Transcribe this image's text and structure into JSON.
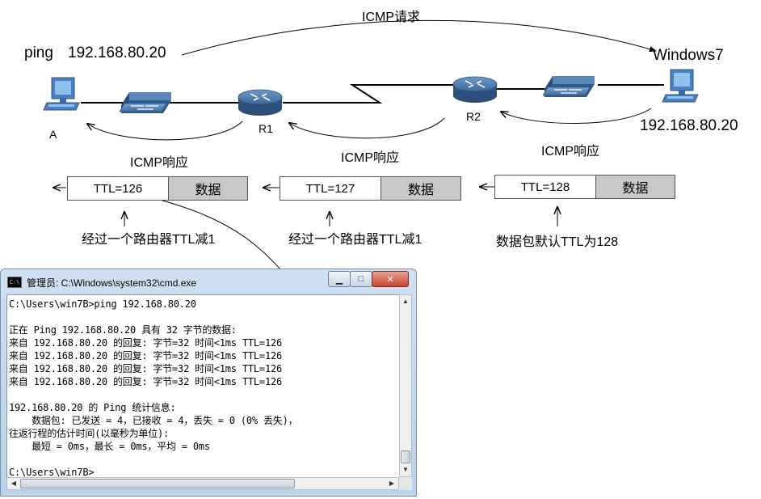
{
  "labels": {
    "icmp_request": "ICMP请求",
    "ping_cmd": "ping",
    "ping_ip": "192.168.80.20",
    "target_name": "Windows7",
    "target_ip": "192.168.80.20",
    "host_a": "A",
    "router1": "R1",
    "router2": "R2",
    "reply_left": "ICMP响应",
    "reply_mid": "ICMP响应",
    "reply_right": "ICMP响应"
  },
  "packets": [
    {
      "ttl": "TTL=126",
      "data": "数据",
      "note": "经过一个路由器TTL减1"
    },
    {
      "ttl": "TTL=127",
      "data": "数据",
      "note": "经过一个路由器TTL减1"
    },
    {
      "ttl": "TTL=128",
      "data": "数据",
      "note": "数据包默认TTL为128"
    }
  ],
  "cmd": {
    "title": "管理员: C:\\Windows\\system32\\cmd.exe",
    "icon": "cmd-window-icon",
    "lines": [
      "C:\\Users\\win7B>ping 192.168.80.20",
      "",
      "正在 Ping 192.168.80.20 具有 32 字节的数据:",
      "来自 192.168.80.20 的回复: 字节=32 时间<1ms TTL=126",
      "来自 192.168.80.20 的回复: 字节=32 时间<1ms TTL=126",
      "来自 192.168.80.20 的回复: 字节=32 时间<1ms TTL=126",
      "来自 192.168.80.20 的回复: 字节=32 时间<1ms TTL=126",
      "",
      "192.168.80.20 的 Ping 统计信息:",
      "    数据包: 已发送 = 4，已接收 = 4，丢失 = 0 (0% 丢失)，",
      "往返行程的估计时间(以毫秒为单位):",
      "    最短 = 0ms，最长 = 0ms，平均 = 0ms",
      "",
      "C:\\Users\\win7B>"
    ]
  },
  "colors": {
    "computer_body": "#4a7fc0",
    "computer_screen": "#7fb4e8",
    "router": "#3f6a9a",
    "switch": "#4d78a8",
    "line": "#000000",
    "packet_data_bg": "#c8c8c8"
  }
}
